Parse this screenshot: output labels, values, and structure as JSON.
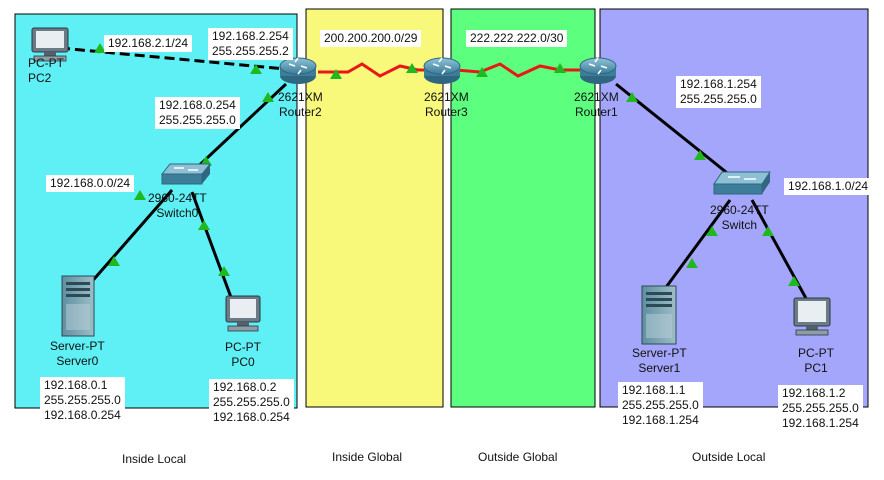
{
  "zones": [
    {
      "id": "inside-local",
      "label": "Inside Local",
      "color": "#5ff0f5"
    },
    {
      "id": "inside-global",
      "label": "Inside Global",
      "color": "#f8f87a"
    },
    {
      "id": "outside-global",
      "label": "Outside Global",
      "color": "#5dff7e"
    },
    {
      "id": "outside-local",
      "label": "Outside Local",
      "color": "#a4a6fb"
    }
  ],
  "devices": {
    "pc2": {
      "model": "PC-PT",
      "name": "PC2"
    },
    "router2": {
      "model": "2621XM",
      "name": "Router2"
    },
    "router3": {
      "model": "2621XM",
      "name": "Router3"
    },
    "router1": {
      "model": "2621XM",
      "name": "Router1"
    },
    "switch0": {
      "model": "2960-24TT",
      "name": "Switch0"
    },
    "switch": {
      "model": "2960-24TT",
      "name": "Switch"
    },
    "server0": {
      "model": "Server-PT",
      "name": "Server0"
    },
    "pc0": {
      "model": "PC-PT",
      "name": "PC0"
    },
    "server1": {
      "model": "Server-PT",
      "name": "Server1"
    },
    "pc1": {
      "model": "PC-PT",
      "name": "PC1"
    }
  },
  "labels": {
    "pc2_ip": "192.168.2.1/24",
    "router2_g1": "192.168.2.254\n255.255.255.2",
    "net_r2_r3": "200.200.200.0/29",
    "net_r3_r1": "222.222.222.0/30",
    "router2_g0": "192.168.0.254\n255.255.255.0",
    "lan0": "192.168.0.0/24",
    "router1_g0": "192.168.1.254\n255.255.255.0",
    "lan1": "192.168.1.0/24",
    "server0_cfg": "192.168.0.1\n255.255.255.0\n192.168.0.254",
    "pc0_cfg": "192.168.0.2\n255.255.255.0\n192.168.0.254",
    "server1_cfg": "192.168.1.1\n255.255.255.0\n192.168.1.254",
    "pc1_cfg": "192.168.1.2\n255.255.255.0\n192.168.1.254"
  },
  "colors": {
    "serial_link": "#e81818",
    "ethernet_link": "#000000",
    "link_up": "#1fb81f",
    "router": "#4a8aa6",
    "switch": "#4f8fa8"
  }
}
